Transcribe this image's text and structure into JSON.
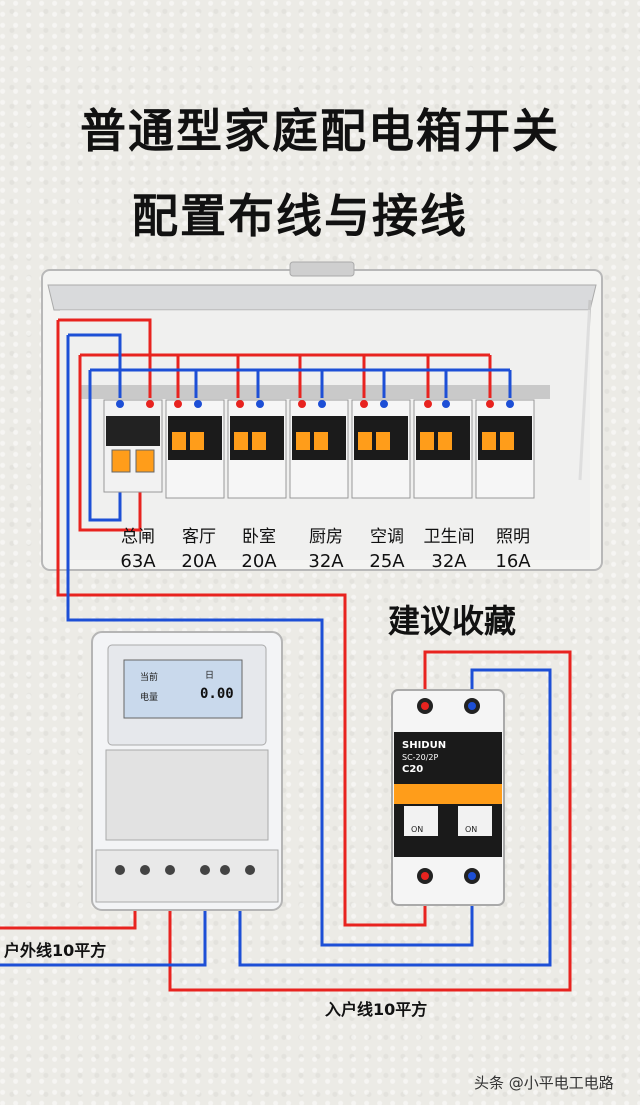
{
  "title_line1": "普通型家庭配电箱开关",
  "title_line2": "配置布线与接线",
  "breakers": [
    {
      "name": "总闸",
      "rating": "63A"
    },
    {
      "name": "客厅",
      "rating": "20A"
    },
    {
      "name": "卧室",
      "rating": "20A"
    },
    {
      "name": "厨房",
      "rating": "32A"
    },
    {
      "name": "空调",
      "rating": "25A"
    },
    {
      "name": "卫生间",
      "rating": "32A"
    },
    {
      "name": "照明",
      "rating": "16A"
    }
  ],
  "save_note": "建议收藏",
  "outdoor_wire": "户外线10平方",
  "indoor_wire": "入户线10平方",
  "main_switch": {
    "brand": "SHIDUN",
    "model": "SC-20/2P",
    "rating": "C20",
    "on_label": "ON"
  },
  "meter": {
    "display_value": "0.00",
    "screen_left": "当前",
    "screen_right": "日",
    "screen_unit": "电量"
  },
  "watermark": "头条 @小平电工电路",
  "colors": {
    "live": "#e8231f",
    "neutral": "#1d4fd6"
  }
}
